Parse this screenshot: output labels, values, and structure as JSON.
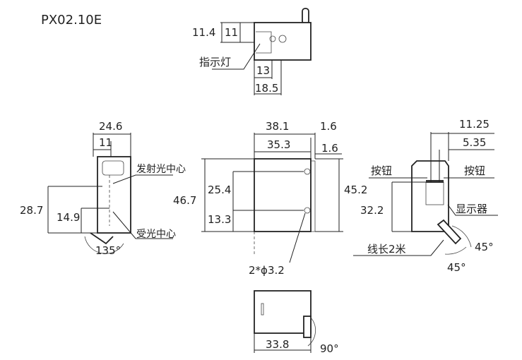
{
  "title": "PX02.10E",
  "top_view": {
    "dims": [
      "11.4",
      "11",
      "13",
      "18.5"
    ],
    "label_indicator": "指示灯"
  },
  "left_view": {
    "dims": [
      "24.6",
      "11",
      "28.7",
      "14.9",
      "135°"
    ],
    "label_emit": "发射光中心",
    "label_receive": "受光中心"
  },
  "front_view": {
    "dims": [
      "38.1",
      "1.6",
      "35.3",
      "1.6",
      "46.7",
      "25.4",
      "13.3",
      "45.2"
    ],
    "holes": "2*ϕ3.2"
  },
  "right_view": {
    "dims": [
      "11.25",
      "5.35",
      "32.2",
      "45°",
      "45°"
    ],
    "label_button_left": "按钮",
    "label_button_right": "按钮",
    "label_display": "显示器",
    "label_cable": "线长2米"
  },
  "bottom_view": {
    "dims": [
      "33.8",
      "90°"
    ]
  }
}
